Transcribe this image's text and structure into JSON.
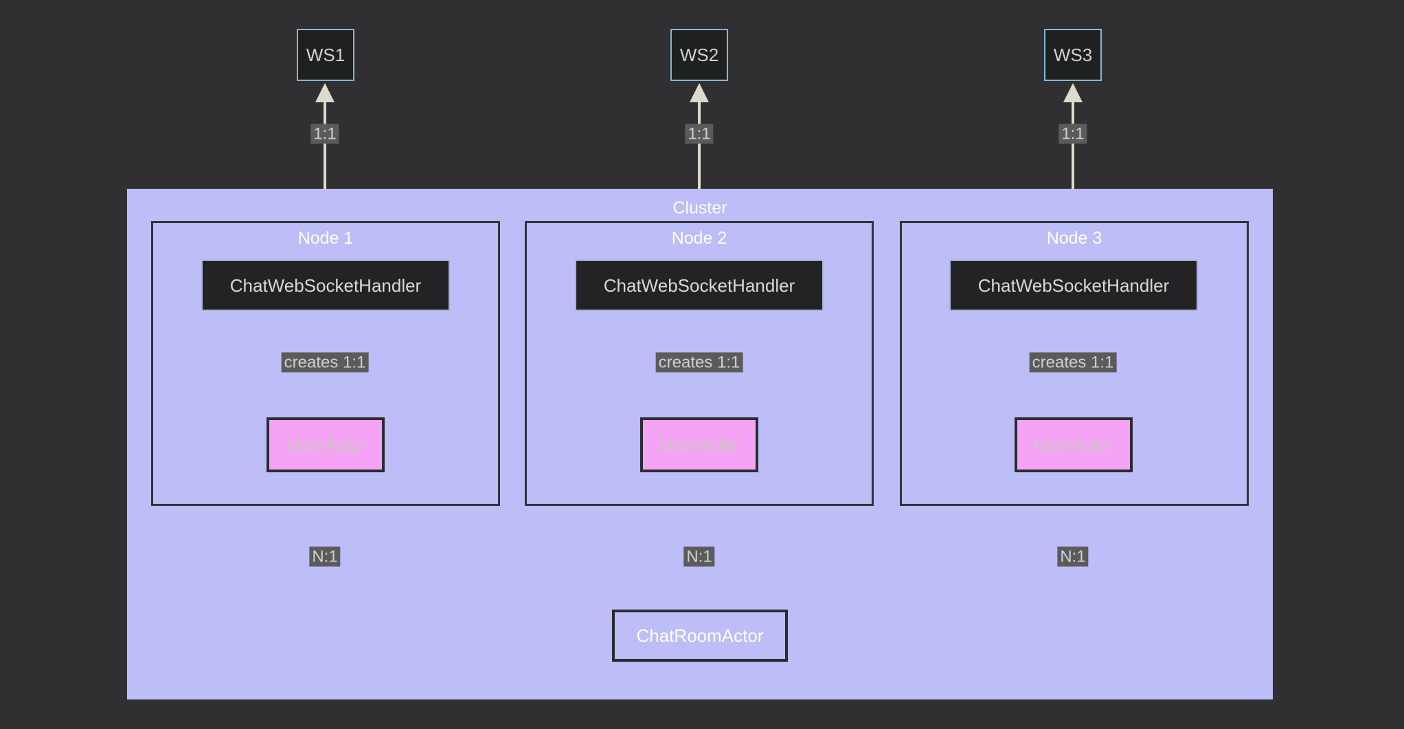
{
  "diagram": {
    "type": "flowchart",
    "theme": {
      "background": "#303033",
      "cluster_fill": "#bdbdf7",
      "node_border": "#333338",
      "edge_color": "#dcdccc",
      "ws_fill": "#1f2020",
      "ws_stroke": "#8ab4d8",
      "handler_fill": "#232326",
      "useractor_fill": "#f5a3f5",
      "label_bg": "#5b5b5b",
      "label_text": "#d0d0d0",
      "title_text": "#ffffff"
    }
  },
  "clients": [
    {
      "id": "ws1",
      "label": "WS1"
    },
    {
      "id": "ws2",
      "label": "WS2"
    },
    {
      "id": "ws3",
      "label": "WS3"
    }
  ],
  "cluster": {
    "title": "Cluster",
    "nodes": [
      {
        "id": "node1",
        "title": "Node 1",
        "handler": "ChatWebSocketHandler",
        "actor": "UserActor"
      },
      {
        "id": "node2",
        "title": "Node 2",
        "handler": "ChatWebSocketHandler",
        "actor": "UserActor"
      },
      {
        "id": "node3",
        "title": "Node 3",
        "handler": "ChatWebSocketHandler",
        "actor": "UserActor"
      }
    ],
    "room": {
      "id": "chatroom",
      "label": "ChatRoomActor"
    }
  },
  "edge_labels": {
    "ws1_up": "1:1",
    "ws2_up": "1:1",
    "ws3_up": "1:1",
    "creates1": "creates 1:1",
    "creates2": "creates 1:1",
    "creates3": "creates 1:1",
    "room1": "N:1",
    "room2": "N:1",
    "room3": "N:1"
  }
}
